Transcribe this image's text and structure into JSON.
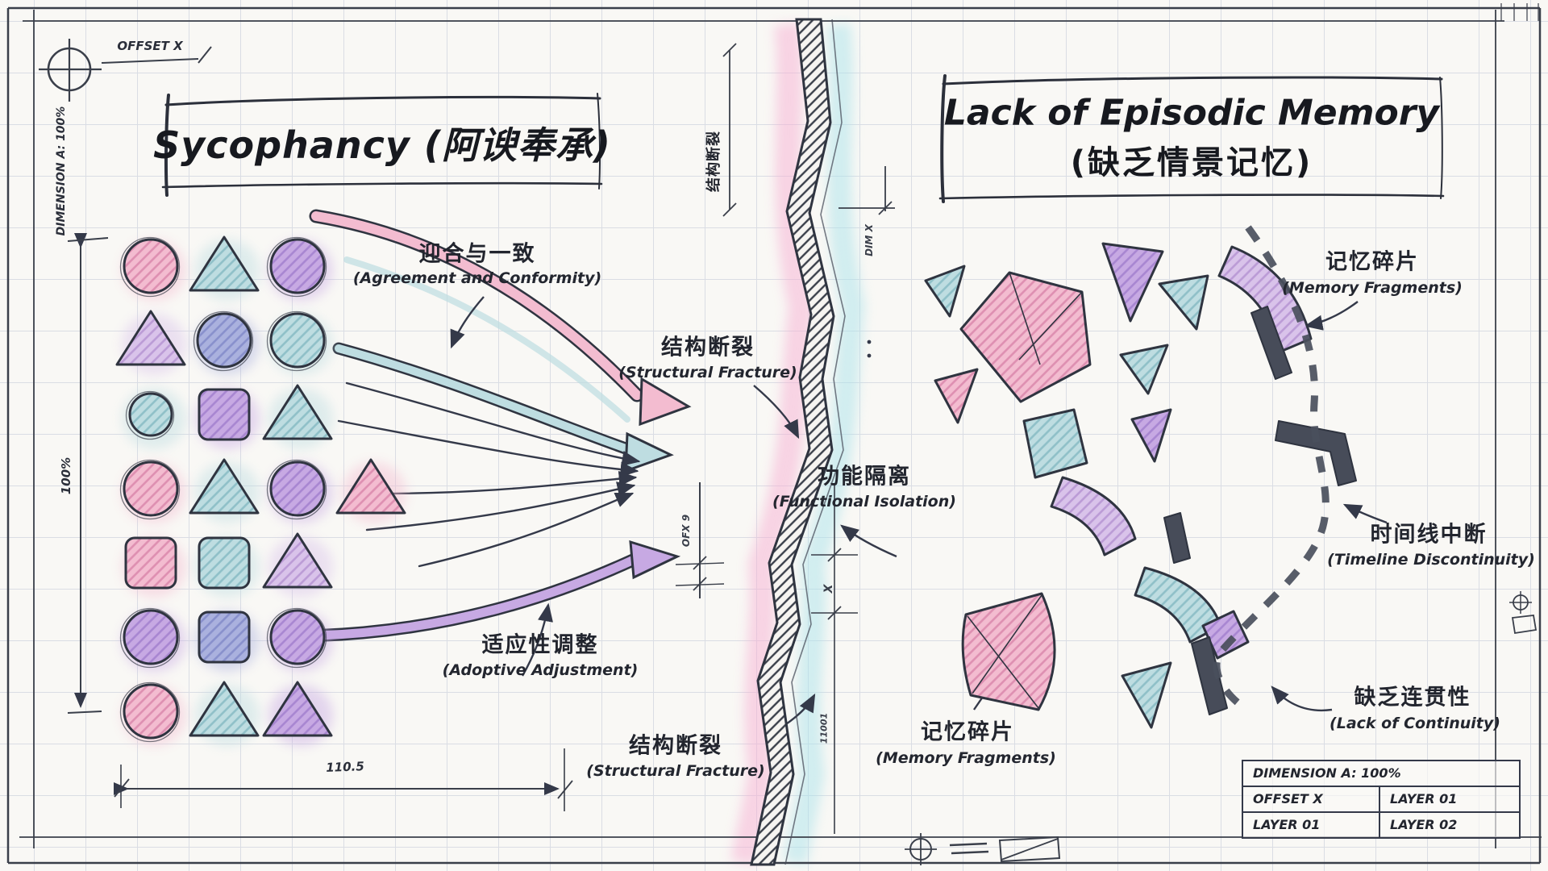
{
  "corner_marks": {
    "offset_label": "OFFSET X",
    "dimension_label": "DIMENSION A: 100%"
  },
  "left_panel": {
    "title": "Sycophancy (阿谀奉承)",
    "annotations": {
      "agreement": {
        "cn": "迎合与一致",
        "en": "(Agreement and Conformity)"
      },
      "adaptive": {
        "cn": "适应性调整",
        "en": "(Adoptive Adjustment)"
      }
    },
    "dimensions": {
      "vertical": "100%",
      "horizontal": "110.5"
    },
    "shape_grid": {
      "rows": [
        [
          {
            "s": "circle",
            "c": "pink"
          },
          {
            "s": "triangle",
            "c": "teal"
          },
          {
            "s": "circle",
            "c": "purple"
          }
        ],
        [
          {
            "s": "triangle",
            "c": "lilac"
          },
          {
            "s": "circle",
            "c": "blue"
          },
          {
            "s": "circle",
            "c": "teal"
          }
        ],
        [
          {
            "s": "circle",
            "c": "teal",
            "size": "sm"
          },
          {
            "s": "square",
            "c": "purple"
          },
          {
            "s": "triangle",
            "c": "teal"
          }
        ],
        [
          {
            "s": "circle",
            "c": "pink"
          },
          {
            "s": "triangle",
            "c": "teal"
          },
          {
            "s": "circle",
            "c": "purple"
          },
          {
            "s": "triangle",
            "c": "pink"
          }
        ],
        [
          {
            "s": "square",
            "c": "pink"
          },
          {
            "s": "square",
            "c": "teal"
          },
          {
            "s": "triangle",
            "c": "lilac"
          }
        ],
        [
          {
            "s": "circle",
            "c": "purple"
          },
          {
            "s": "square",
            "c": "blue"
          },
          {
            "s": "circle",
            "c": "purple"
          }
        ],
        [
          {
            "s": "circle",
            "c": "pink"
          },
          {
            "s": "triangle",
            "c": "teal"
          },
          {
            "s": "triangle",
            "c": "purple"
          }
        ]
      ]
    }
  },
  "fracture": {
    "labels": {
      "structural_fracture_top": {
        "cn": "结构断裂",
        "en": "(Structural Fracture)"
      },
      "functional_isolation": {
        "cn": "功能隔离",
        "en": "(Functional Isolation)"
      },
      "structural_fracture_bottom": {
        "cn": "结构断裂",
        "en": "(Structural Fracture)"
      }
    },
    "side_marks": {
      "vertical_cn": "结构断裂",
      "dim_x": "DIM X",
      "ofx": "OFX 9",
      "x": "X",
      "num": "11001"
    }
  },
  "right_panel": {
    "title_line1": "Lack of Episodic Memory",
    "title_line2": "(缺乏情景记忆)",
    "annotations": {
      "memory_fragments_top": {
        "cn": "记忆碎片",
        "en": "(Memory Fragments)"
      },
      "timeline_discontinuity": {
        "cn": "时间线中断",
        "en": "(Timeline Discontinuity)"
      },
      "lack_of_continuity": {
        "cn": "缺乏连贯性",
        "en": "(Lack of Continuity)"
      },
      "memory_fragments_bottom": {
        "cn": "记忆碎片",
        "en": "(Memory Fragments)"
      }
    }
  },
  "title_block": {
    "row1": "DIMENSION A: 100%",
    "row2_col1": "OFFSET X",
    "row2_col2": "LAYER 01",
    "row3_col1": "LAYER 01",
    "row3_col2": "LAYER 02"
  },
  "colors": {
    "ink": "#343949",
    "pink": "#f3bcd0",
    "teal": "#bedde1",
    "purple": "#c7a9e3",
    "blue": "#aab1de",
    "lilac": "#d9c3ea",
    "pink_glow": "#f6aed2",
    "cyan_glow": "#a9e2ea",
    "dark_shard": "#474c59"
  }
}
